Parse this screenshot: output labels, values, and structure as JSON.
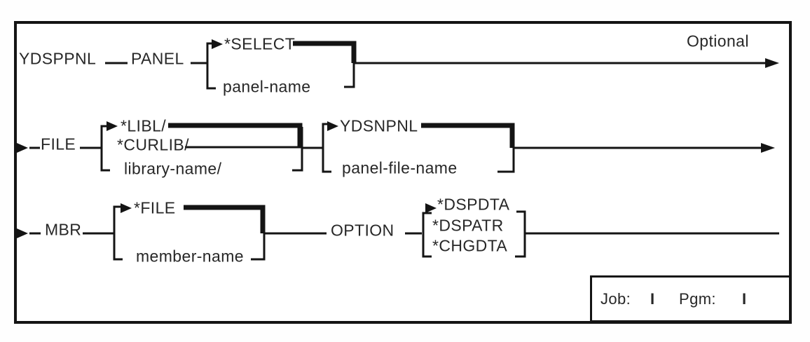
{
  "command": "YDSPPNL",
  "header": {
    "optional_label": "Optional"
  },
  "panel": {
    "keyword": "PANEL",
    "options": [
      "*SELECT",
      "panel-name"
    ]
  },
  "file": {
    "keyword": "FILE",
    "library_options": [
      "*LIBL/",
      "*CURLIB/",
      "library-name/"
    ],
    "name_options": [
      "YDSNPNL",
      "panel-file-name"
    ]
  },
  "mbr": {
    "keyword": "MBR",
    "options": [
      "*FILE",
      "member-name"
    ]
  },
  "option": {
    "keyword": "OPTION",
    "options": [
      "*DSPDTA",
      "*DSPATR",
      "*CHGDTA"
    ]
  },
  "job_box": {
    "job_label": "Job:",
    "job_value": "I",
    "pgm_label": "Pgm:",
    "pgm_value": "I"
  },
  "colors": {
    "ink": "#141414",
    "text": "#272727",
    "background": "#ffffff"
  }
}
